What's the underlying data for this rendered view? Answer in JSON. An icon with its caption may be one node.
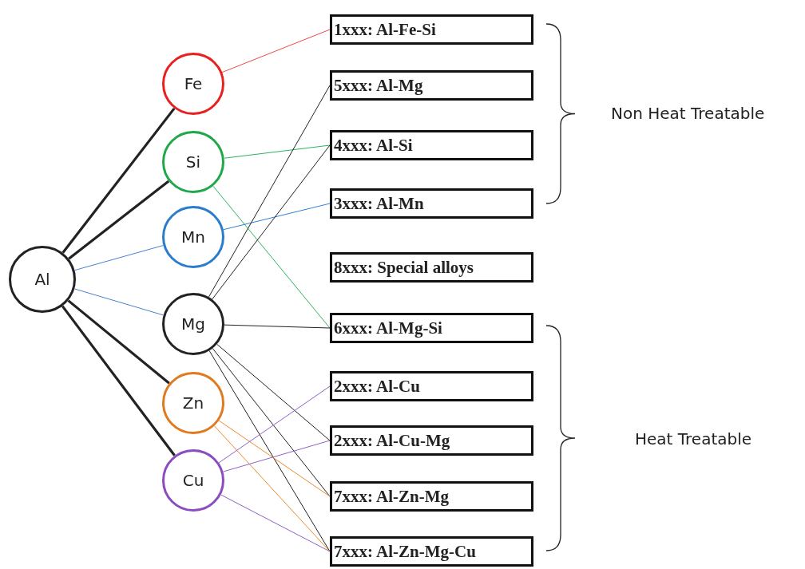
{
  "diagram": {
    "nodes": [
      {
        "text": [
          "Al"
        ]
      },
      {
        "text": [
          "Fe"
        ]
      },
      {
        "text": [
          "Si"
        ]
      },
      {
        "text": [
          "Mn"
        ]
      },
      {
        "text": [
          "Mg"
        ]
      },
      {
        "text": [
          "Zn"
        ]
      },
      {
        "text": [
          "Cu"
        ]
      },
      {
        "text": [
          "1xxx: Al-Fe-Si"
        ]
      },
      {
        "text": [
          "5xxx: Al-Mg"
        ]
      },
      {
        "text": [
          "4xxx: Al-Si"
        ]
      },
      {
        "text": [
          "3xxx: Al-Mn"
        ]
      },
      {
        "text": [
          "8xxx: Special alloys"
        ]
      },
      {
        "text": [
          "6xxx: Al-Mg-Si"
        ]
      },
      {
        "text": [
          "2xxx: Al-Cu"
        ]
      },
      {
        "text": [
          "2xxx: Al-Cu-Mg"
        ]
      },
      {
        "text": [
          "7xxx: Al-Zn-Mg"
        ]
      },
      {
        "text": [
          "7xxx: Al-Zn-Mg-Cu"
        ]
      }
    ],
    "edges": [
      {
        "from": 0,
        "to": 1,
        "arrow": "none",
        "style": "thick"
      },
      {
        "from": 0,
        "to": 2,
        "arrow": "none",
        "style": "thick"
      },
      {
        "from": 0,
        "to": 3,
        "arrow": "none",
        "color": "#4a7fd0"
      },
      {
        "from": 0,
        "to": 4,
        "arrow": "none",
        "color": "#4a7fd0"
      },
      {
        "from": 0,
        "to": 5,
        "arrow": "none",
        "style": "thick"
      },
      {
        "from": 0,
        "to": 6,
        "arrow": "none",
        "style": "thick"
      },
      {
        "from": 1,
        "to": 7,
        "arrow": "none",
        "color": "#f04848"
      },
      {
        "from": 2,
        "to": 9,
        "arrow": "none",
        "color": "#2db35a"
      },
      {
        "from": 2,
        "to": 12,
        "arrow": "none",
        "color": "#2db35a"
      },
      {
        "from": 3,
        "to": 10,
        "arrow": "none",
        "color": "#2f80d0"
      },
      {
        "from": 4,
        "to": 8,
        "arrow": "none"
      },
      {
        "from": 4,
        "to": 9,
        "arrow": "none"
      },
      {
        "from": 4,
        "to": 12,
        "arrow": "none"
      },
      {
        "from": 4,
        "to": 14,
        "arrow": "none"
      },
      {
        "from": 4,
        "to": 15,
        "arrow": "none"
      },
      {
        "from": 4,
        "to": 16,
        "arrow": "none"
      },
      {
        "from": 5,
        "to": 15,
        "arrow": "none",
        "color": "#ee8a2a"
      },
      {
        "from": 5,
        "to": 16,
        "arrow": "none",
        "color": "#ee8a2a"
      },
      {
        "from": 6,
        "to": 13,
        "arrow": "none",
        "color": "#9060c8"
      },
      {
        "from": 6,
        "to": 14,
        "arrow": "none",
        "color": "#9060c8"
      },
      {
        "from": 6,
        "to": 16,
        "arrow": "none",
        "color": "#9060c8"
      }
    ],
    "labels": [
      "Non Heat Treatable",
      "Heat Treatable"
    ]
  }
}
